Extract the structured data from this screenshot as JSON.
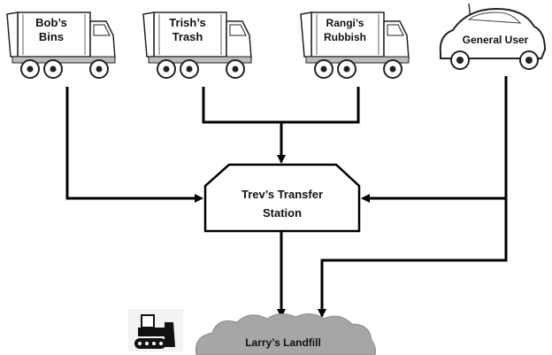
{
  "trucks": [
    {
      "line1": "Bob’s",
      "line2": "Bins"
    },
    {
      "line1": "Trish’s",
      "line2": "Trash"
    },
    {
      "line1": "Rangi’s",
      "line2": "Rubbish"
    }
  ],
  "car": {
    "label": "General User"
  },
  "transfer_station": {
    "line1": "Trev’s Transfer",
    "line2": "Station"
  },
  "landfill": {
    "label": "Larry’s Landfill"
  },
  "icons": {
    "truck": "garbage-truck-icon",
    "car": "car-icon",
    "bulldozer": "bulldozer-icon"
  }
}
